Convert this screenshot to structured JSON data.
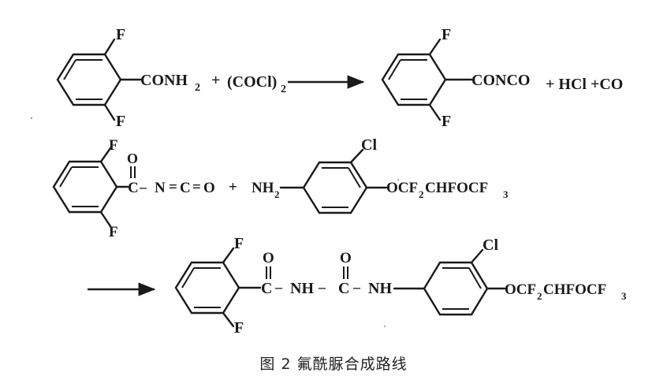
{
  "reaction1": {
    "r1_f_top": "F",
    "r1_f_bot": "F",
    "r1_group": "CONH",
    "r1_sub2": "2",
    "plus1": "+",
    "reagent": "(COCl)",
    "reagent_sub": "2",
    "p1_f_top": "F",
    "p1_f_bot": "F",
    "p1_group": "CONCO",
    "byproducts": "+ HCl +CO"
  },
  "reaction2": {
    "a_f_top": "F",
    "a_f_bot": "F",
    "a_o": "O",
    "a_c": "C",
    "a_dash1": "–",
    "a_n": "N",
    "a_eq1": "=",
    "a_c2": "C",
    "a_eq2": "=",
    "a_o2": "O",
    "plus": "+",
    "amine": "NH",
    "amine_sub": "2",
    "cl": "Cl",
    "chain": "OCF",
    "chain_sub": "2",
    "chain2": "CHFOCF",
    "chain2_sub": "3"
  },
  "product": {
    "f_top": "F",
    "f_bot": "F",
    "o1": "O",
    "o2": "O",
    "c1": "C",
    "nh1": "NH",
    "c2": "C",
    "nh2": "NH",
    "dash1": "–",
    "dash2": "–",
    "dash3": "–",
    "cl": "Cl",
    "chain": "OCF",
    "chain_sub": "2",
    "chain2": "CHFOCF",
    "chain2_sub": "3"
  },
  "caption": "图 2  氟酰脲合成路线"
}
